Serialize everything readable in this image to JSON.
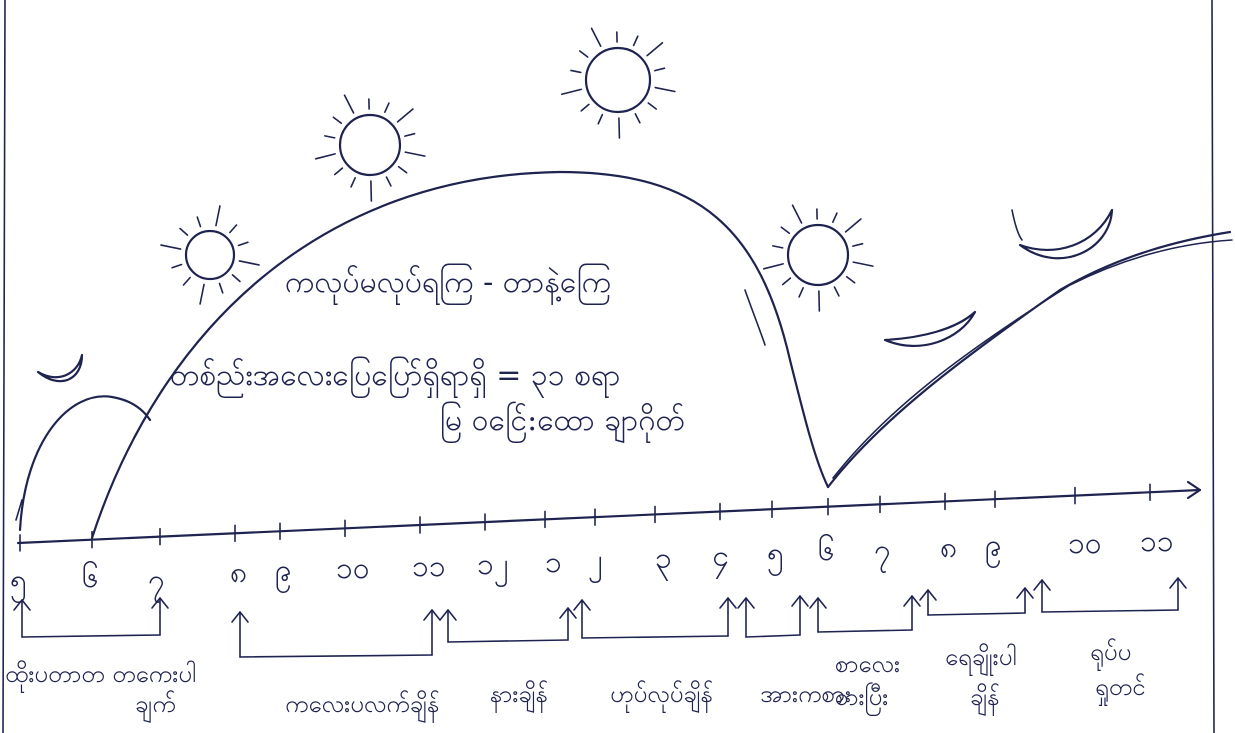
{
  "tick_labels": [
    "၅",
    "၆",
    "၇",
    "၈",
    "၉",
    "၁၀",
    "၁၁",
    "၁၂",
    "၁",
    "၂",
    "၃",
    "၄",
    "၅",
    "၆",
    "၇",
    "၈",
    "၉",
    "၁၀",
    "၁၁"
  ],
  "notes": {
    "line1": "ကလုပ်မလုပ်ရကြ - တာနဲ့ကြေ",
    "line2": "တစ်ည်းအလေးပြေပြော်ရှိရာရှိ = ၃၁ စရာ",
    "line3": "မြ ဝင်ြေ:ထော ချာဂိုတ်"
  },
  "captions": {
    "c1": "ထိုးပတာတ တကေးပါ",
    "c1b": "ချက်",
    "c2": "ကလေးပလက်ချိန်",
    "c3": "နားချိန်",
    "c4": "ဟုပ်လုပ်ချိန်",
    "c5": "အားကစား",
    "c6": "စာလေး",
    "c6b": "စားပြီး",
    "c7": "ရေချိုးပါ",
    "c7b": "ချိန်",
    "c8": "ရုပ်ပ",
    "c8b": "ရှုတင်"
  }
}
